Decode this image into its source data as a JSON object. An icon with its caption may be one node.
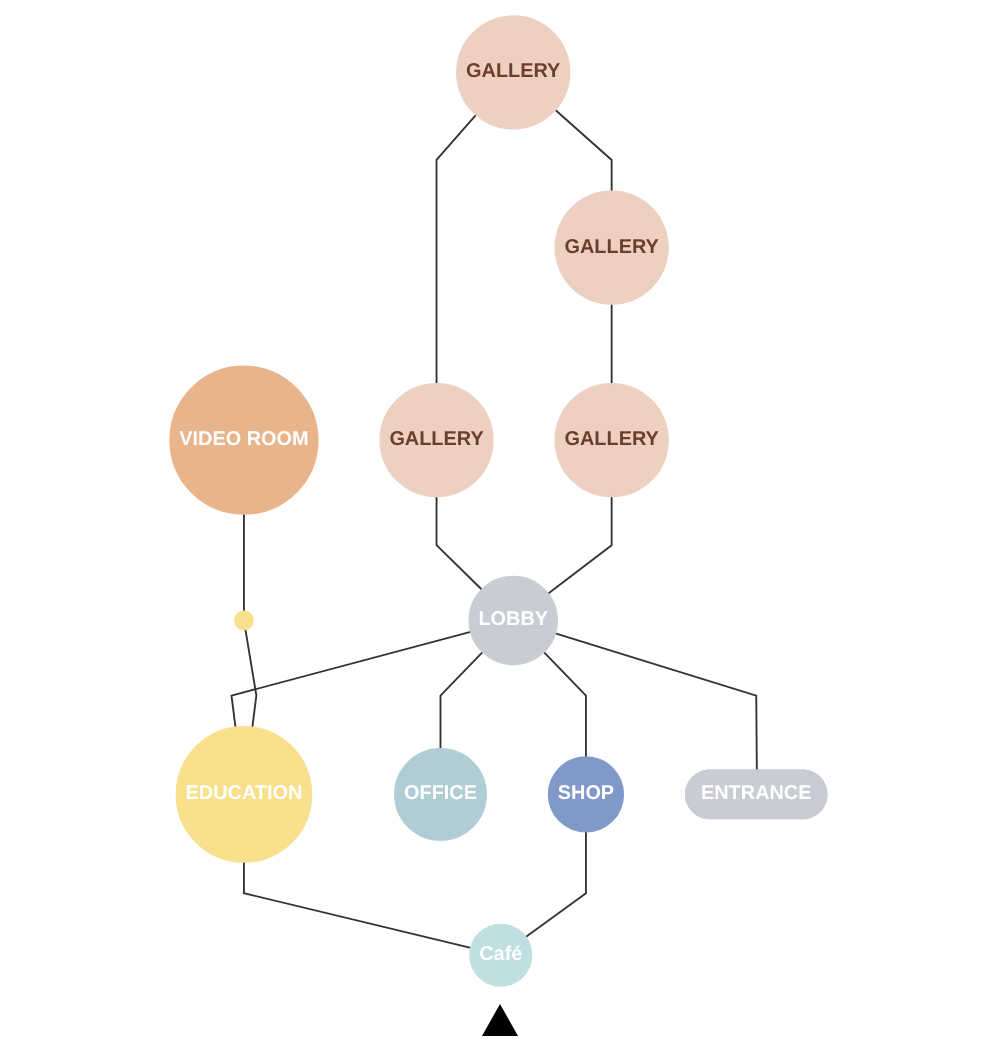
{
  "diagram": {
    "nodes": [
      {
        "text": [
          "GALLERY"
        ]
      },
      {
        "text": [
          "GALLERY"
        ]
      },
      {
        "text": [
          "VIDEO ROOM"
        ]
      },
      {
        "text": [
          "GALLERY"
        ]
      },
      {
        "text": [],
        "shape": "circle"
      },
      {
        "text": [
          "GALLERY"
        ]
      },
      {
        "text": [
          "LOBBY"
        ]
      },
      {
        "text": [
          "EDUCATION"
        ]
      },
      {
        "text": [
          "OFFICE"
        ]
      },
      {
        "text": [
          "SHOP"
        ]
      },
      {
        "text": [
          "Café"
        ]
      },
      {
        "text": [
          "ENTRANCE"
        ]
      }
    ],
    "edges": [
      {
        "from": 0,
        "to": 1,
        "arrow": "none"
      },
      {
        "from": 0,
        "to": 3,
        "arrow": "none"
      },
      {
        "from": 1,
        "to": 6,
        "arrow": "none"
      },
      {
        "from": 2,
        "to": 4,
        "arrow": "none"
      },
      {
        "from": 3,
        "to": 5,
        "arrow": "none"
      },
      {
        "from": 5,
        "to": 6,
        "arrow": "none"
      },
      {
        "from": 6,
        "to": 7,
        "arrow": "none"
      },
      {
        "from": 4,
        "to": 7,
        "arrow": "none"
      },
      {
        "from": 6,
        "to": 8,
        "arrow": "none"
      },
      {
        "from": 6,
        "to": 9,
        "arrow": "none"
      },
      {
        "from": 7,
        "to": 10,
        "arrow": "none"
      },
      {
        "from": 9,
        "to": 10,
        "arrow": "none"
      },
      {
        "from": 6,
        "to": 11,
        "arrow": "none"
      }
    ]
  }
}
